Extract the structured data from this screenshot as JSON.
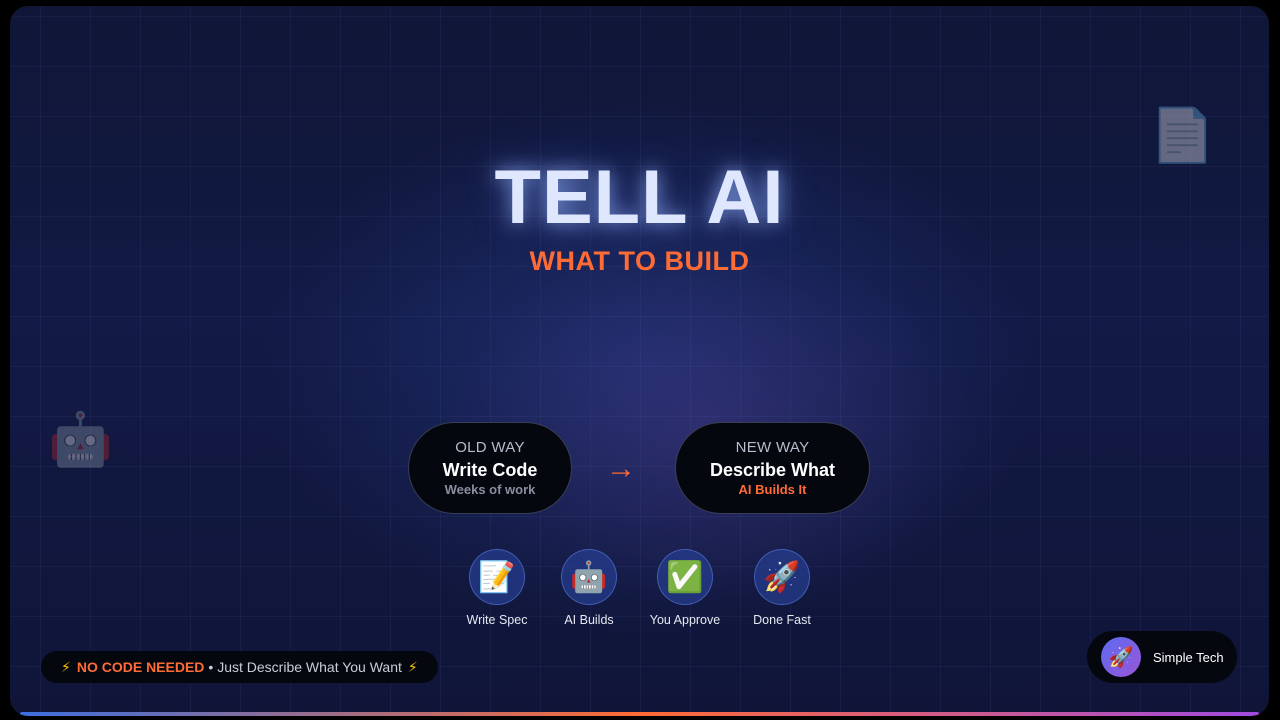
{
  "header": {
    "title": "TELL AI",
    "subtitle": "WHAT TO BUILD"
  },
  "decorations": {
    "doc_icon": "📄",
    "robot_icon": "🤖"
  },
  "comparison": {
    "old": {
      "tag": "OLD WAY",
      "main": "Write Code",
      "sub": "Weeks of work"
    },
    "arrow": "→",
    "new": {
      "tag": "NEW WAY",
      "main": "Describe What",
      "sub": "AI Builds It"
    }
  },
  "steps": [
    {
      "icon": "📝",
      "icon_name": "memo-icon",
      "label": "Write Spec"
    },
    {
      "icon": "🤖",
      "icon_name": "robot-icon",
      "label": "AI Builds"
    },
    {
      "icon": "✅",
      "icon_name": "check-mark-icon",
      "label": "You Approve"
    },
    {
      "icon": "🚀",
      "icon_name": "rocket-icon",
      "label": "Done Fast"
    }
  ],
  "banner": {
    "bolt": "⚡",
    "strong": "NO CODE NEEDED",
    "rest": "• Just Describe What You Want"
  },
  "brand": {
    "logo": "🚀",
    "name": "Simple Tech"
  },
  "colors": {
    "accent": "#ff6b35",
    "title_glow": "#dfe7ff",
    "background": "#121a45"
  }
}
